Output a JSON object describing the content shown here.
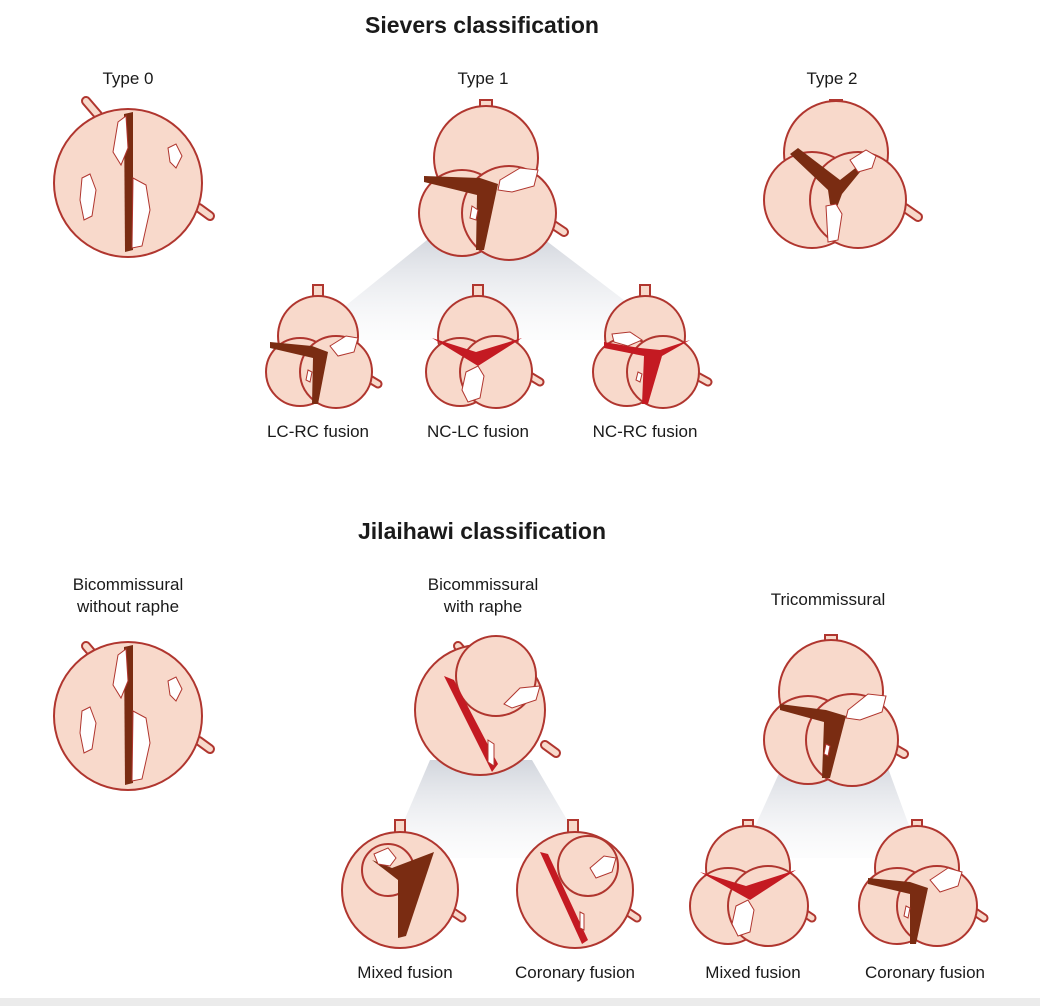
{
  "sievers": {
    "title": "Sievers classification",
    "types": [
      "Type 0",
      "Type 1",
      "Type 2"
    ],
    "subtypes": [
      "LC-RC fusion",
      "NC-LC fusion",
      "NC-RC fusion"
    ]
  },
  "jilaihawi": {
    "title": "Jilaihawi classification",
    "categories": [
      {
        "line1": "Bicommissural",
        "line2": "without raphe"
      },
      {
        "line1": "Bicommissural",
        "line2": "with raphe"
      },
      {
        "line1": "Tricommissural",
        "line2": ""
      }
    ],
    "subtypes": [
      "Mixed fusion",
      "Coronary fusion",
      "Mixed fusion",
      "Coronary fusion"
    ]
  },
  "colors": {
    "valve_fill": "#f8d9cb",
    "valve_stroke": "#b0362f",
    "raphe_dark": "#7a2c12",
    "raphe_red": "#c41a22",
    "calcium": "#ffffff",
    "fan": "#dde0e6"
  }
}
